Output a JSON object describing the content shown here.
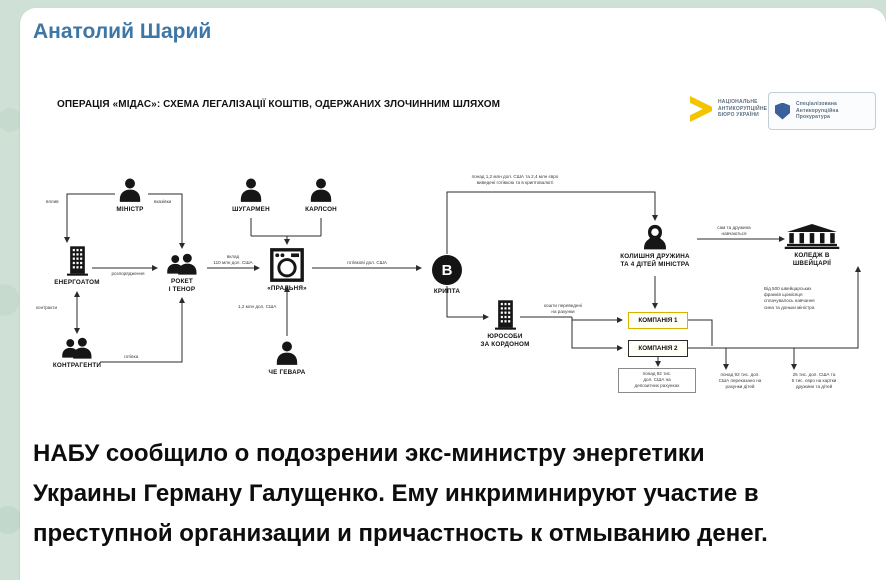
{
  "colors": {
    "background": "#cfe0d6",
    "channel_name": "#3e76a5",
    "nabu_yellow": "#f4c400",
    "company1_border": "#d9b200"
  },
  "header": {
    "channel_name": "Анатолий Шарий"
  },
  "diagram": {
    "title": "ОПЕРАЦІЯ «МІДАС»: СХЕМА ЛЕГАЛІЗАЦІЇ КОШТІВ, ОДЕРЖАНИХ ЗЛОЧИННИМ ШЛЯХОМ",
    "logos": {
      "nabu": "НАЦІОНАЛЬНЕ\nАНТИКОРУПЦІЙНЕ\nБЮРО УКРАЇНИ",
      "sap": "Спеціалізована\nАнтикорупційна\nПрокуратура"
    },
    "nodes": {
      "minister": "МІНІСТР",
      "shugarmen": "ШУГАРМЕН",
      "karlson": "КАРЛСОН",
      "energoatom": "ЕНЕРГОАТОМ",
      "roket_tenor": "РОКЕТ\nІ ТЕНОР",
      "pralnya": "«ПРАЛЬНЯ»",
      "kontragenty": "КОНТРАГЕНТИ",
      "che_gevara": "ЧЕ ГЕВАРА",
      "krypta": "КРИПТА",
      "krypta_symbol": "B",
      "yurosoby": "ЮРОСОБИ\nЗА КОРДОНОМ",
      "ex_wife": "КОЛИШНЯ ДРУЖИНА\nТА 4 ДІТЕЙ МІНІСТРА",
      "college": "КОЛЕДЖ В\nШВЕЙЦАРІЇ",
      "company1": "КОМПАНІЯ 1",
      "company2": "КОМПАНІЯ 2"
    },
    "labels": {
      "top_flow": "понад 1,2 млн дол. США та 2,4 млн євро\nвиведені готівкою та в криптовалюті",
      "vplyv": "вплив",
      "vkazivky": "вказівки",
      "rozporyadzhennya": "розпорядження",
      "kontrakty": "контракти",
      "hotivka": "готівка",
      "vklad": "вклад\n110 млн дол. США",
      "sum12": "1,2 млн дол. США",
      "hotivkovi": "готівкові дол. США",
      "koshty": "кошти переведені\nна рахунки",
      "navchannya": "сам та дружина\nнавчаються",
      "note1": "понад 92 тис.\nдол. США на\nдепозитних рахунках",
      "note2": "понад 92 тис. дол.\nСША переказано на\nрахунки дітей",
      "note3": "25 тис. дол. США та\n5 тис. євро на картки\nдружини та дітей",
      "college_note": "Від 500 швейцарських\nфранків щомісяця\nсплачувалось навчання\nсина та доньки міністра"
    }
  },
  "caption": "НАБУ сообщило о подозрении экс-министру энергетики\nУкраины Герману Галущенко. Ему инкриминируют участие в\nпреступной организации и причастность к отмыванию денег."
}
